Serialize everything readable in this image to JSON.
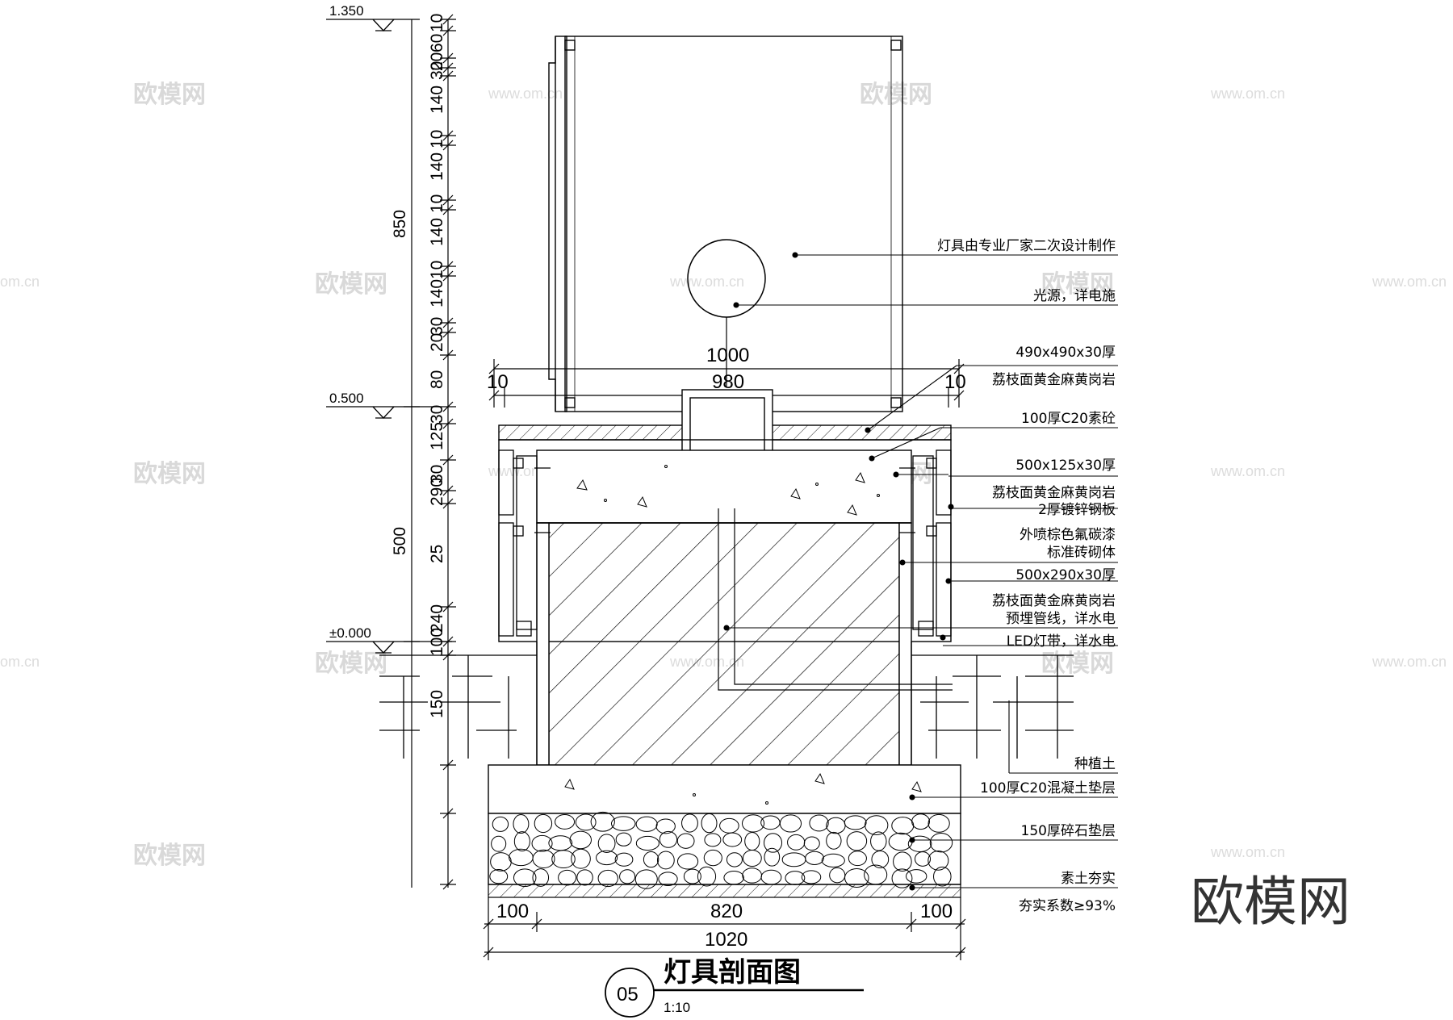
{
  "drawing": {
    "title": "灯具剖面图",
    "number": "05",
    "scale": "1:10"
  },
  "watermarks": {
    "brand": "欧模网",
    "site": "www.om.cn",
    "site_short": "om.cn"
  },
  "elevations": [
    "1.350",
    "0.500",
    "±0.000"
  ],
  "vertical_dims": {
    "outer": [
      "850",
      "500"
    ],
    "inner_top": [
      "10",
      "60",
      "20",
      "30",
      "140",
      "10",
      "140",
      "10",
      "140",
      "10",
      "140",
      "30",
      "20",
      "80",
      "30",
      "125",
      "30",
      "290",
      "25",
      "240",
      "100",
      "150"
    ]
  },
  "horizontal_dims": {
    "top_total": "1000",
    "top_inner": "980",
    "top_left": "10",
    "top_right": "10",
    "bottom_left": "100",
    "bottom_mid": "820",
    "bottom_right": "100",
    "bottom_total": "1020"
  },
  "annotations": [
    "灯具由专业厂家二次设计制作",
    "光源，详电施",
    "490x490x30厚",
    "荔枝面黄金麻黄岗岩",
    "100厚C20素砼",
    "500x125x30厚",
    "荔枝面黄金麻黄岗岩",
    "2厚镀锌钢板",
    "外喷棕色氟碳漆",
    "标准砖砌体",
    "500x290x30厚",
    "荔枝面黄金麻黄岗岩",
    "预埋管线，详水电",
    "LED灯带，详水电",
    "种植土",
    "100厚C20混凝土垫层",
    "150厚碎石垫层",
    "素土夯实",
    "夯实系数≥93%"
  ]
}
